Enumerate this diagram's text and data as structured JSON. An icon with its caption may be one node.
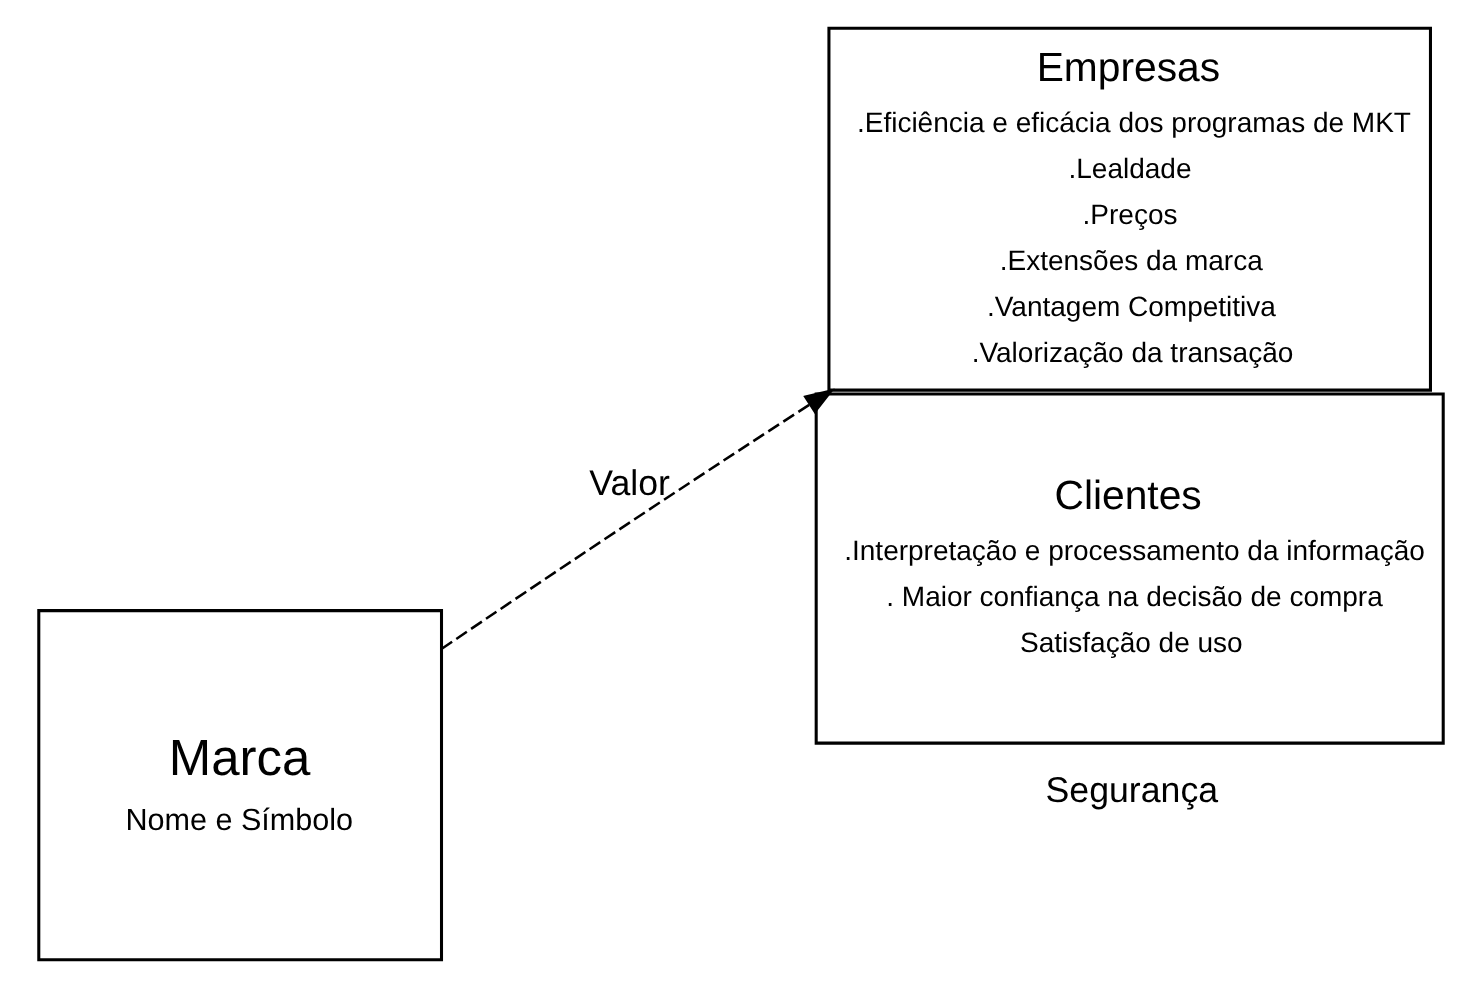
{
  "diagram": {
    "nodes": [
      {
        "text": [
          "Marca",
          "Nome e Símbolo"
        ]
      },
      {
        "text": [
          "Empresas",
          ".Eficiência e eficácia dos programas de MKT",
          ".Lealdade",
          ".Preços",
          ".Extensões da marca",
          ".Vantagem Competitiva",
          ".Valorização da transação"
        ]
      },
      {
        "text": [
          "Clientes",
          ".Interpretação e processamento da informação",
          ". Maior confiança na decisão de compra",
          "Satisfação de uso"
        ]
      }
    ],
    "edges": [
      {
        "from": 0,
        "to": 1,
        "arrow": "to",
        "style": "dashed",
        "label": "Valor"
      }
    ],
    "labels": [
      "Segurança"
    ]
  }
}
